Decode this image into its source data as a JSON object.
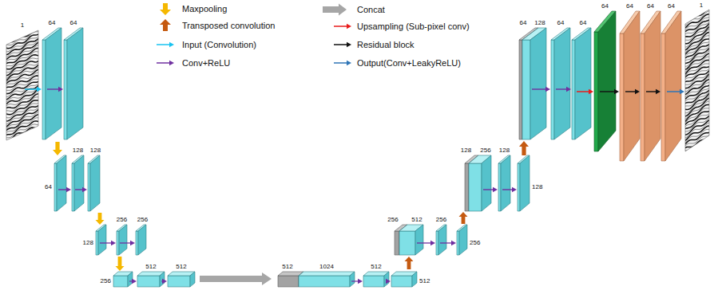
{
  "diagram": {
    "labels": [
      "1",
      "64",
      "64",
      "128",
      "128",
      "64",
      "256",
      "256",
      "128",
      "256",
      "512",
      "512",
      "512",
      "1024",
      "512",
      "512",
      "256",
      "512",
      "256",
      "256",
      "128",
      "256",
      "128",
      "128",
      "64",
      "128",
      "64",
      "64",
      "64",
      "64",
      "64",
      "64",
      "1"
    ],
    "legend": [
      {
        "text": "Maxpooling"
      },
      {
        "text": "Transposed convolution"
      },
      {
        "text": "Input (Convolution)"
      },
      {
        "text": "Conv+ReLU"
      },
      {
        "text": "Concat"
      },
      {
        "text": "Upsampling (Sub-pixel conv)"
      },
      {
        "text": "Residual block"
      },
      {
        "text": "Output(Conv+LeakyReLU)"
      }
    ]
  }
}
